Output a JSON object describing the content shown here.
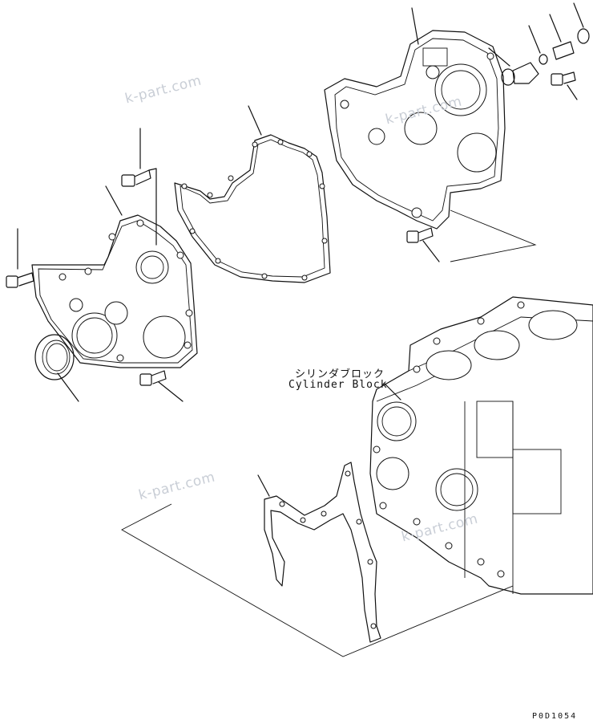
{
  "watermark": "k-part.com",
  "labels": {
    "cylinder_block_jp": "シリンダブロック",
    "cylinder_block_en": "Cylinder Block"
  },
  "drawing_code": "P0D1054"
}
